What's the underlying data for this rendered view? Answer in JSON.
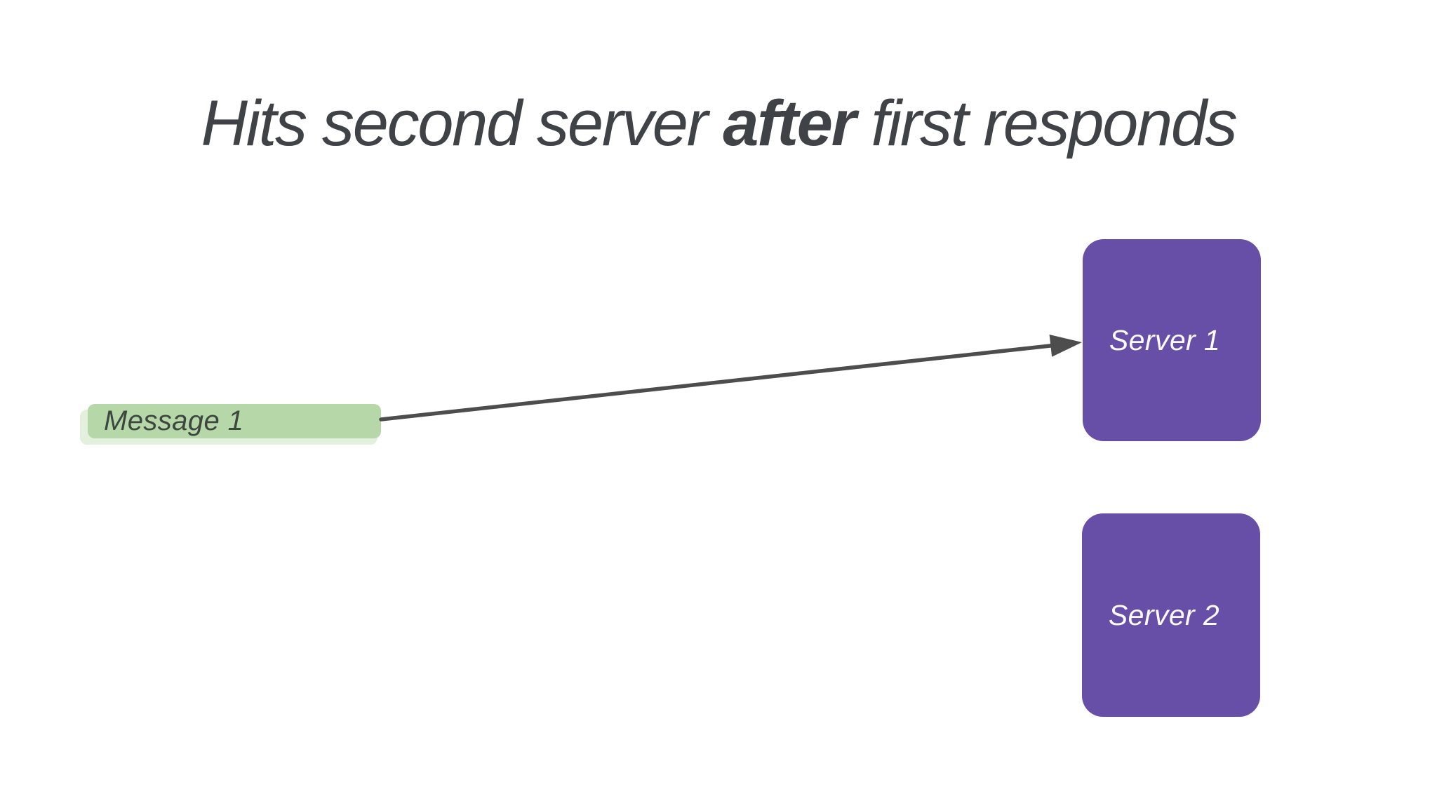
{
  "slide": {
    "title": {
      "prefix": "Hits second server ",
      "emphasis": "after",
      "suffix": " first responds"
    },
    "message_box": {
      "label": "Message 1"
    },
    "server_boxes": [
      {
        "label": "Server 1"
      },
      {
        "label": "Server 2"
      }
    ],
    "arrow": {
      "from": "Message 1",
      "to": "Server 1"
    },
    "colors": {
      "background": "#ffffff",
      "title_text": "#3f4246",
      "message_fill": "#b6d7a8",
      "message_text": "#3d473f",
      "server_fill": "#674ea7",
      "server_text": "#fcfbfe",
      "arrow": "#4d4d4d"
    }
  }
}
